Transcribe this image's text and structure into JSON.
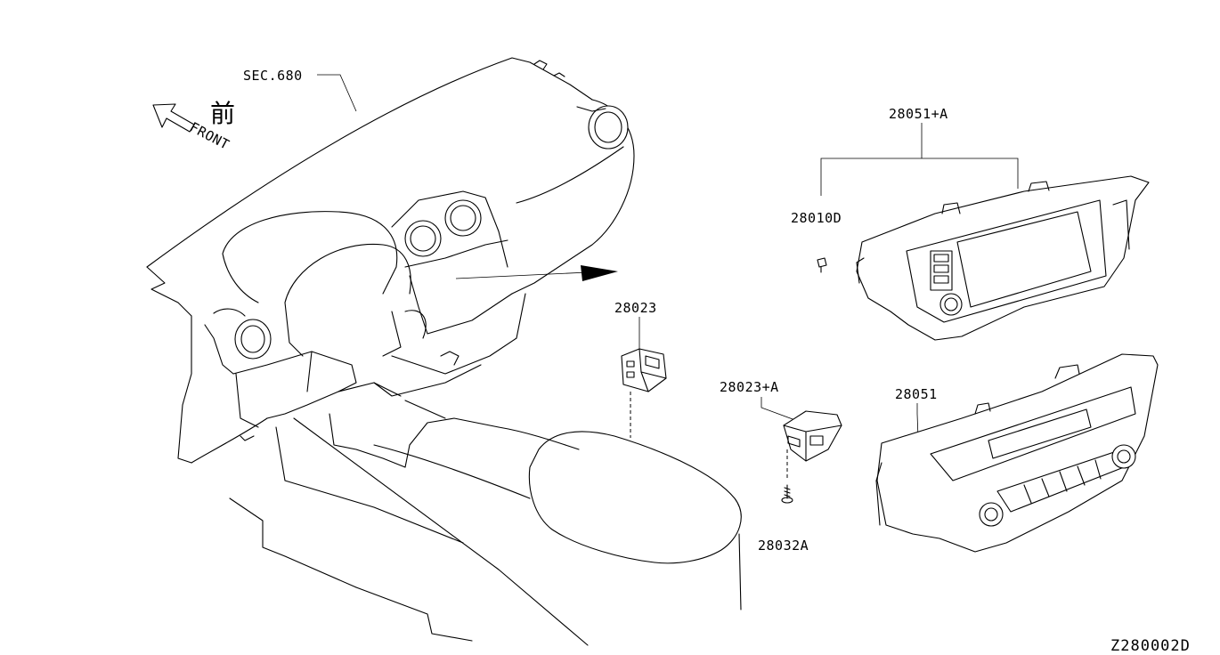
{
  "labels": {
    "sec680": "SEC.680",
    "front_kanji": "前",
    "front_text": "FRONT",
    "p28051A": "28051+A",
    "p28010D": "28010D",
    "p28023": "28023",
    "p28023A": "28023+A",
    "p28051": "28051",
    "p28032A": "28032A",
    "diagram_id": "Z280002D"
  }
}
